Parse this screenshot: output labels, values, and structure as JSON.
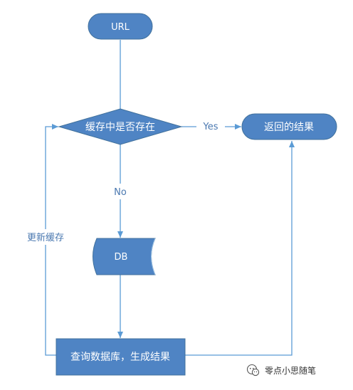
{
  "nodes": {
    "url": "URL",
    "decision": "缓存中是否存在",
    "result": "返回的结果",
    "db": "DB",
    "query": "查询数据库，生成结果"
  },
  "edges": {
    "yes": "Yes",
    "no": "No",
    "update_cache": "更新缓存"
  },
  "watermark": {
    "text": "零点小思随笔",
    "icon": "wechat-icon"
  },
  "colors": {
    "fill": "#4f84c4",
    "stroke": "#41719c",
    "arrow": "#5b9bd5",
    "label": "#4a78b0"
  }
}
